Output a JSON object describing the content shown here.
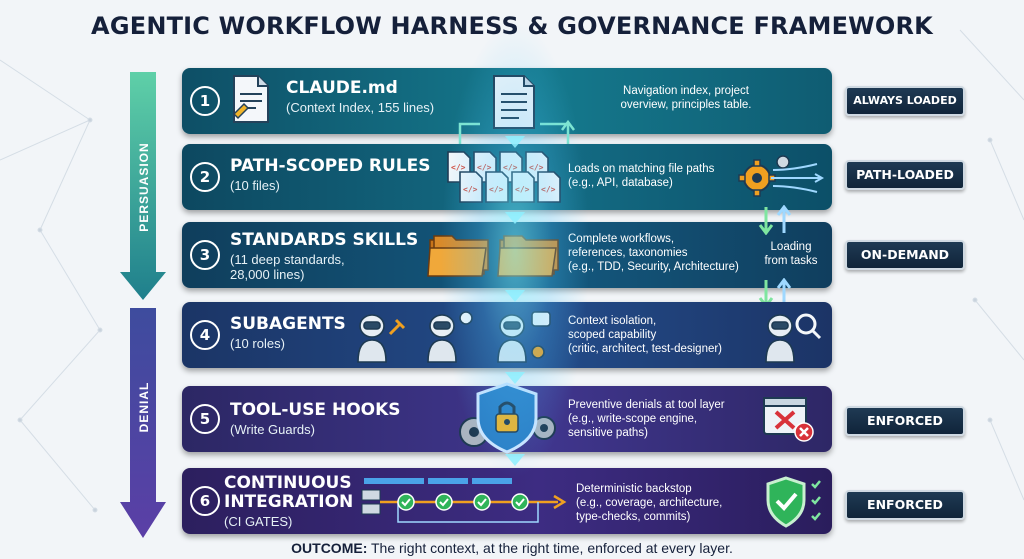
{
  "title": "AGENTIC WORKFLOW HARNESS & GOVERNANCE FRAMEWORK",
  "side_labels": {
    "top": "PERSUASION",
    "bottom": "DENIAL"
  },
  "layers": [
    {
      "num": "1",
      "title": "CLAUDE.md",
      "subtitle": "(Context Index, 155 lines)",
      "description": [
        "Navigation index, project",
        "overview, principles table."
      ],
      "tag": "ALWAYS LOADED"
    },
    {
      "num": "2",
      "title": "PATH-SCOPED RULES",
      "subtitle": "(10 files)",
      "description": [
        "Loads on matching file paths",
        "(e.g., API, database)"
      ],
      "tag": "PATH-LOADED"
    },
    {
      "num": "3",
      "title": "STANDARDS SKILLS",
      "subtitle": "(11 deep standards,\n28,000 lines)",
      "description": [
        "Complete workflows,",
        "references, taxonomies",
        "(e.g., TDD, Security, Architecture)"
      ],
      "tag": "ON-DEMAND"
    },
    {
      "num": "4",
      "title": "SUBAGENTS",
      "subtitle": "(10 roles)",
      "description": [
        "Context isolation,",
        "scoped capability",
        "(critic, architect, test-designer)"
      ],
      "tag": ""
    },
    {
      "num": "5",
      "title": "TOOL-USE HOOKS",
      "subtitle": "(Write Guards)",
      "description": [
        "Preventive denials at tool layer",
        "(e.g., write-scope engine,",
        "sensitive paths)"
      ],
      "tag": "ENFORCED"
    },
    {
      "num": "6",
      "title": "CONTINUOUS\nINTEGRATION",
      "subtitle": "(CI GATES)",
      "description": [
        "Deterministic backstop",
        "(e.g., coverage, architecture,",
        "type-checks, commits)"
      ],
      "tag": "ENFORCED"
    }
  ],
  "loading_label": "Loading\nfrom tasks",
  "outcome": {
    "label": "OUTCOME:",
    "text": " The right context, at the right time, enforced at every layer."
  },
  "colors": {
    "persuasion": "#2a9d8f",
    "denial": "#4b3f9e",
    "accent_cyan": "#37d3f0",
    "check_green": "#2fb45a",
    "alert_red": "#d8323a"
  },
  "icons": [
    "document-icon",
    "file-code-icon",
    "gear-icon",
    "folder-icon",
    "robot-icon",
    "shield-lock-icon",
    "pipeline-icon",
    "checkmark-badge-icon",
    "error-window-icon"
  ]
}
